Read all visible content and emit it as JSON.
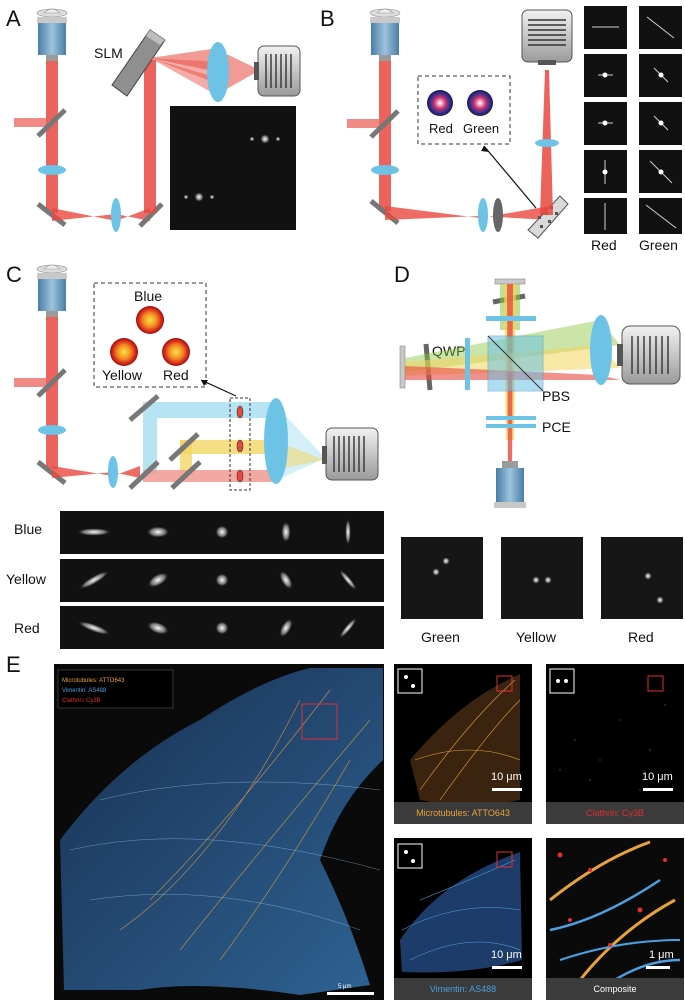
{
  "panels": {
    "a": {
      "letter": "A",
      "slm_label": "SLM"
    },
    "b": {
      "letter": "B",
      "phase_labels": [
        "Red",
        "Green"
      ],
      "column_labels": [
        "Red",
        "Green"
      ]
    },
    "c": {
      "letter": "C",
      "phase_labels": {
        "blue": "Blue",
        "yellow": "Yellow",
        "red": "Red"
      },
      "row_labels": [
        "Blue",
        "Yellow",
        "Red"
      ]
    },
    "d": {
      "letter": "D",
      "qwp": "QWP",
      "pbs": "PBS",
      "pce": "PCE",
      "psf_labels": [
        "Green",
        "Yellow",
        "Red"
      ]
    },
    "e": {
      "letter": "E",
      "legend": [
        {
          "text": "Microtubules: ATTO643",
          "color": "#e8a23a"
        },
        {
          "text": "Vimentin: AS488",
          "color": "#4aa0e0"
        },
        {
          "text": "Clathrin: Cy3B",
          "color": "#e03030"
        }
      ],
      "main_scale": "5 μm",
      "tiles": [
        {
          "caption": "Microtubules: ATTO643",
          "caption_color": "#e8a23a",
          "scale": "10 μm"
        },
        {
          "caption": "Clathrin: Cy3B",
          "caption_color": "#e03030",
          "scale": "10 μm"
        },
        {
          "caption": "Vimentin: AS488",
          "caption_color": "#4aa0e0",
          "scale": "10 μm"
        },
        {
          "caption": "Composite",
          "caption_color": "#ffffff",
          "scale": "1 μm"
        }
      ]
    }
  },
  "colors": {
    "beam_red": "#e8483f",
    "lens_blue": "#6cc3e6",
    "yellow": "#f3d35b",
    "green": "#8cc63f"
  }
}
